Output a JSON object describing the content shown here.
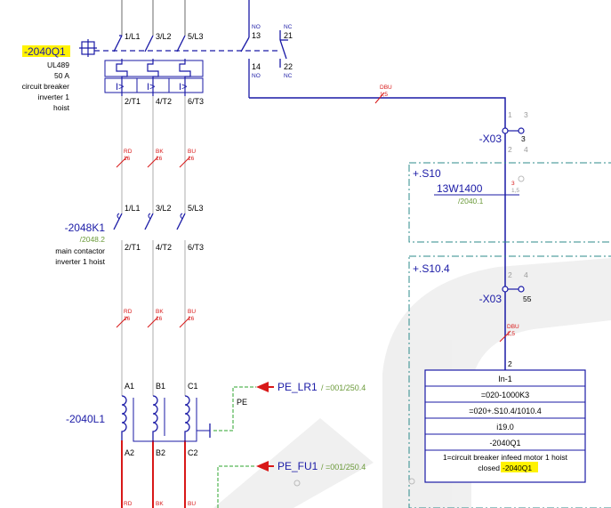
{
  "q1": {
    "tag": "-2040Q1",
    "desc": [
      "UL489",
      "50 A",
      "circuit breaker",
      "inverter 1",
      "hoist"
    ],
    "top_terms": [
      "1/L1",
      "3/L2",
      "5/L3"
    ],
    "bot_terms": [
      "2/T1",
      "4/T2",
      "6/T3"
    ],
    "trip": "I>",
    "aux_no_top": "13",
    "aux_nc_top": "21",
    "aux_no_bot": "14",
    "aux_nc_bot": "22",
    "aux_no": "NO",
    "aux_nc": "NC"
  },
  "wires": {
    "colors": [
      "RD",
      "BK",
      "BU"
    ],
    "size": "16",
    "dbu": "DBU",
    "dbu_size": "1,5"
  },
  "k1": {
    "tag": "-2048K1",
    "ref": "/2048.2",
    "desc": [
      "main contactor",
      "inverter 1 hoist"
    ],
    "top_terms": [
      "1/L1",
      "3/L2",
      "5/L3"
    ],
    "bot_terms": [
      "2/T1",
      "4/T2",
      "6/T3"
    ]
  },
  "l1": {
    "tag": "-2040L1",
    "top_terms": [
      "A1",
      "B1",
      "C1"
    ],
    "bot_terms": [
      "A2",
      "B2",
      "C2"
    ],
    "pe": "PE"
  },
  "pe_lr1": {
    "label": "PE_LR1",
    "ref": "/ =001/250.4"
  },
  "pe_fu1": {
    "label": "PE_FU1",
    "ref": "/ =001/250.4"
  },
  "x03_a": {
    "tag": "-X03",
    "t1": "1",
    "t2": "2",
    "t3": "3",
    "t4": "4",
    "t5": "3"
  },
  "s10": {
    "tag": "+.S10",
    "cable": "13W1400",
    "cable_ref": "/2040.1",
    "core": "3",
    "core_size": "1,5"
  },
  "s104": {
    "tag": "+.S10.4"
  },
  "x03_b": {
    "tag": "-X03",
    "t1": "2",
    "t2": "4",
    "t3": "55"
  },
  "plc": {
    "pin": "2",
    "rows": [
      "In-1",
      "=020-1000K3",
      "=020+.S10.4/1010.4",
      "i19.0",
      "-2040Q1"
    ],
    "note": "1=circuit breaker infeed motor 1 hoist",
    "note2": "closed",
    "note_tag": "-2040Q1"
  },
  "colors": {
    "blue": "#1a1aa6",
    "red": "#d81818",
    "green": "#6b9a3a",
    "teal": "#2e8b8b",
    "highlight": "#fff200"
  }
}
